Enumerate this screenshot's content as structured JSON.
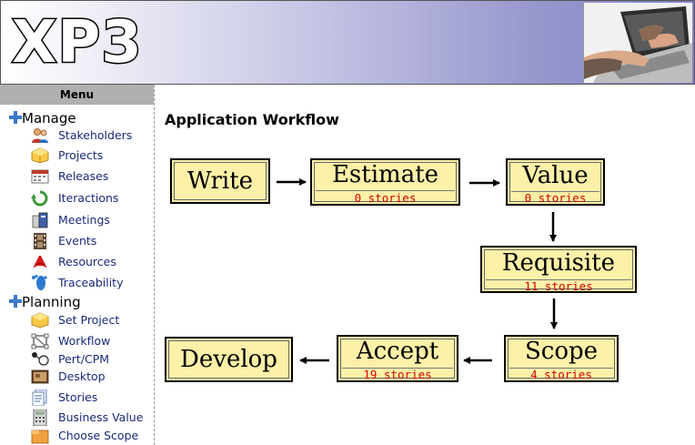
{
  "app": {
    "logo": "XP3"
  },
  "menu": {
    "title": "Menu",
    "groups": [
      {
        "label": "Manage",
        "items": [
          {
            "label": "Stakeholders",
            "icon": "stakeholders-icon"
          },
          {
            "label": "Projects",
            "icon": "projects-icon"
          },
          {
            "label": "Releases",
            "icon": "releases-icon"
          },
          {
            "label": "Iteractions",
            "icon": "iterations-icon"
          },
          {
            "label": "Meetings",
            "icon": "meetings-icon"
          },
          {
            "label": "Events",
            "icon": "events-icon"
          },
          {
            "label": "Resources",
            "icon": "resources-icon"
          },
          {
            "label": "Traceability",
            "icon": "traceability-icon"
          }
        ]
      },
      {
        "label": "Planning",
        "items": [
          {
            "label": "Set Project",
            "icon": "set-project-icon"
          },
          {
            "label": "Workflow",
            "icon": "workflow-icon"
          },
          {
            "label": "Pert/CPM",
            "icon": "pert-icon"
          },
          {
            "label": "Desktop",
            "icon": "desktop-icon"
          },
          {
            "label": "Stories",
            "icon": "stories-icon"
          },
          {
            "label": "Business Value",
            "icon": "calculator-icon"
          },
          {
            "label": "Choose Scope",
            "icon": "scope-icon"
          }
        ]
      }
    ]
  },
  "main": {
    "title": "Application Workflow",
    "steps": {
      "write": {
        "label": "Write"
      },
      "estimate": {
        "label": "Estimate",
        "count": "0 stories"
      },
      "value": {
        "label": "Value",
        "count": "0 stories"
      },
      "requisite": {
        "label": "Requisite",
        "count": "11 stories"
      },
      "scope": {
        "label": "Scope",
        "count": "4 stories"
      },
      "accept": {
        "label": "Accept",
        "count": "19 stories"
      },
      "develop": {
        "label": "Develop"
      }
    }
  },
  "colors": {
    "box_fill": "#fdf0a8",
    "count_text": "#d40000",
    "menu_link": "#1a2a7a",
    "plus": "#3a78c8"
  }
}
